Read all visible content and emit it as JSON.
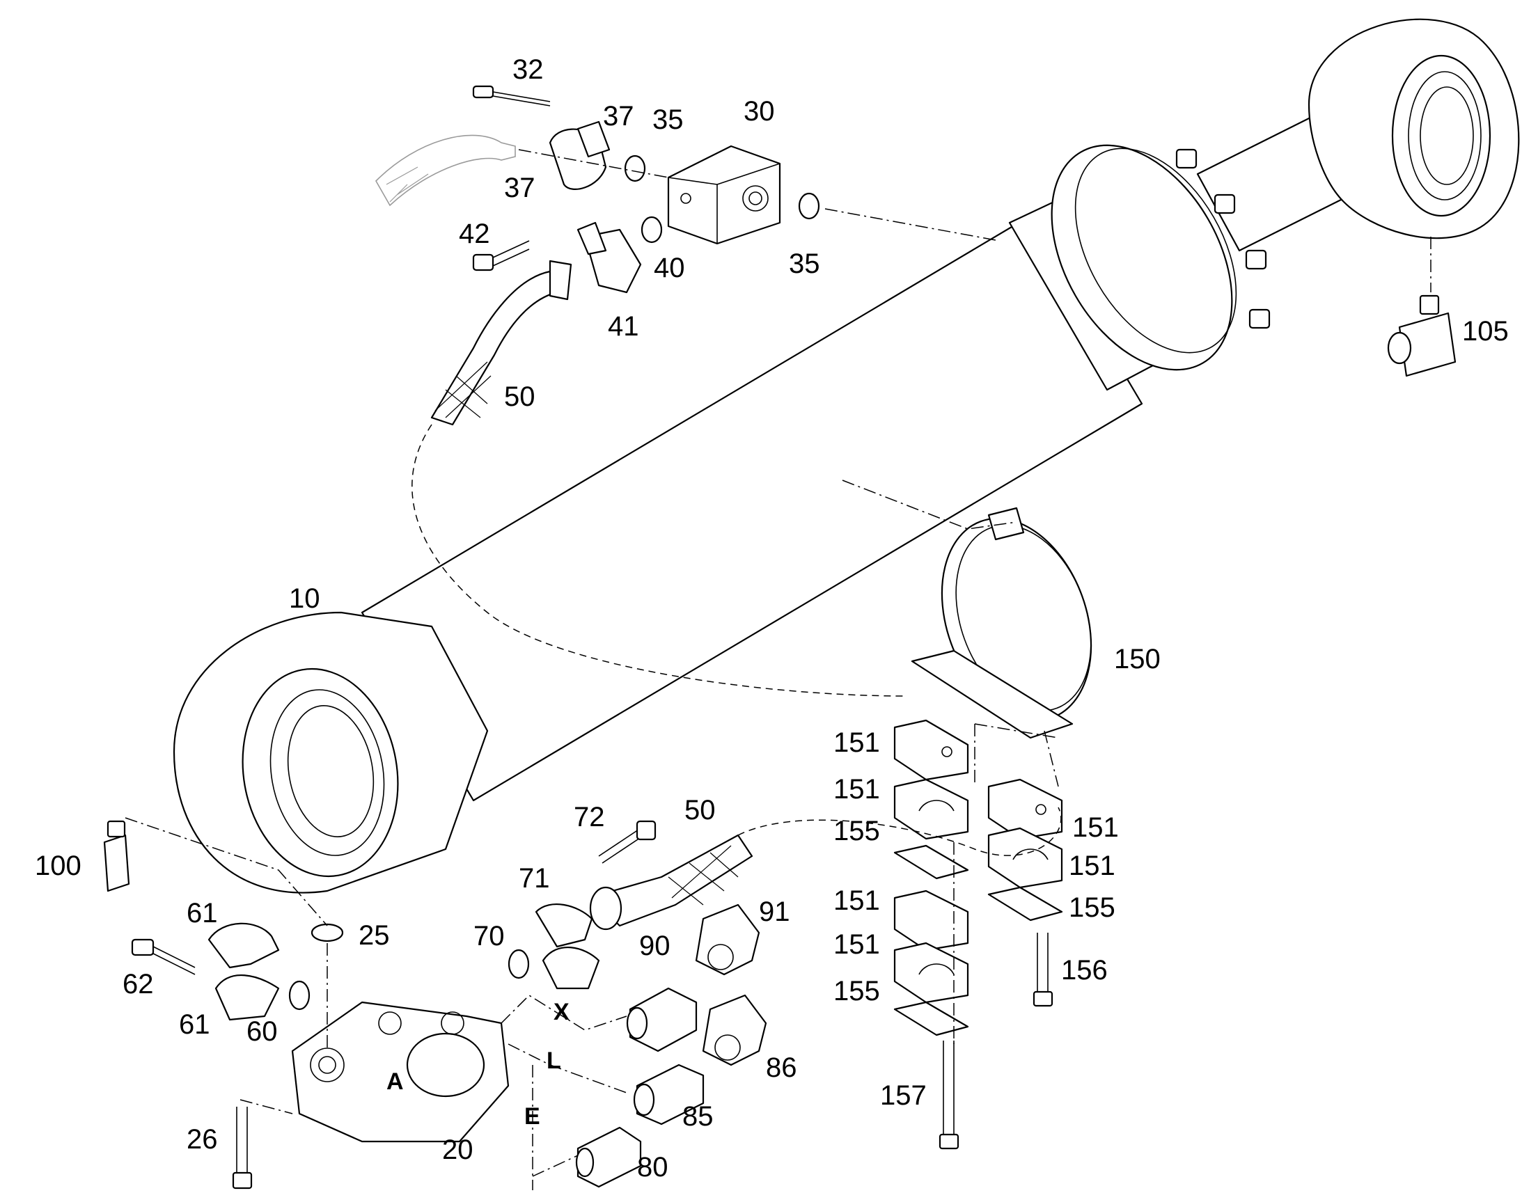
{
  "labels": {
    "p10": "10",
    "p20": "20",
    "p25": "25",
    "p26": "26",
    "p30": "30",
    "p32": "32",
    "p35a": "35",
    "p35b": "35",
    "p37a": "37",
    "p37b": "37",
    "p40": "40",
    "p41": "41",
    "p42": "42",
    "p50a": "50",
    "p50b": "50",
    "p60": "60",
    "p61a": "61",
    "p61b": "61",
    "p62": "62",
    "p70": "70",
    "p71": "71",
    "p72": "72",
    "p80": "80",
    "p85": "85",
    "p86": "86",
    "p90": "90",
    "p91": "91",
    "p100": "100",
    "p105": "105",
    "p150": "150",
    "p151a": "151",
    "p151b": "151",
    "p151c": "151",
    "p151d": "151",
    "p151e": "151",
    "p151f": "151",
    "p155a": "155",
    "p155b": "155",
    "p155c": "155",
    "p156": "156",
    "p157": "157"
  },
  "ports": {
    "x": "X",
    "l": "L",
    "e": "E",
    "a": "A"
  },
  "colors": {
    "line": "#000000",
    "ghost": "#9a9a9a",
    "background": "#ffffff"
  }
}
